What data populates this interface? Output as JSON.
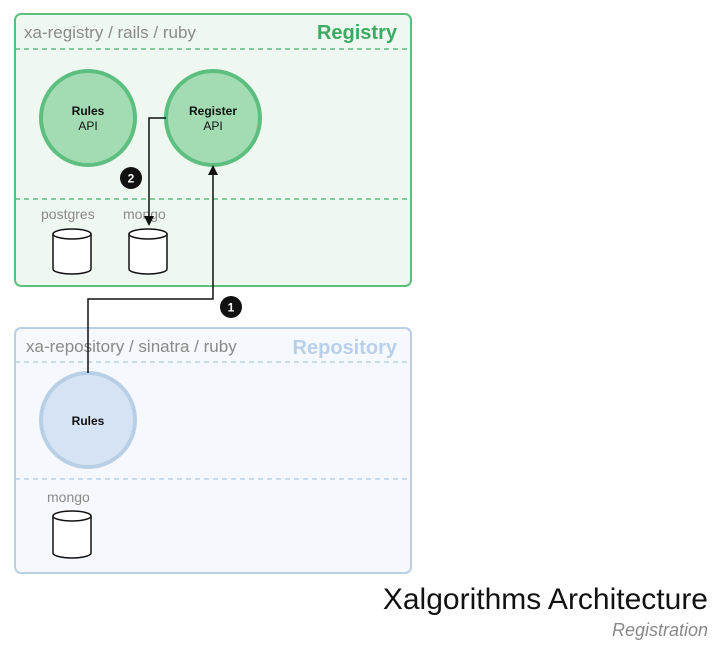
{
  "colors": {
    "registry_border": "#5cbf7f",
    "registry_fill": "#eef7f0",
    "registry_title": "#3daa63",
    "registry_node_fill": "#a3dbb3",
    "registry_node_stroke": "#5cbf7f",
    "repository_border": "#b9cfe6",
    "repository_fill": "#f5f8fc",
    "repository_title": "#b9d0ea",
    "repository_node_fill": "#d6e3f4",
    "repository_node_stroke": "#b9cfe6",
    "path_text": "#8a8a8a",
    "step_badge": "#111111"
  },
  "registry": {
    "path": "xa-registry / rails / ruby",
    "title": "Registry",
    "nodes": [
      {
        "line1": "Rules",
        "line2": "API"
      },
      {
        "line1": "Register",
        "line2": "API"
      }
    ],
    "databases": [
      "postgres",
      "mongo"
    ]
  },
  "repository": {
    "path": "xa-repository / sinatra / ruby",
    "title": "Repository",
    "nodes": [
      {
        "line1": "Rules"
      }
    ],
    "databases": [
      "mongo"
    ]
  },
  "steps": [
    "1",
    "2"
  ],
  "caption": {
    "title": "Xalgorithms Architecture",
    "subtitle": "Registration"
  }
}
